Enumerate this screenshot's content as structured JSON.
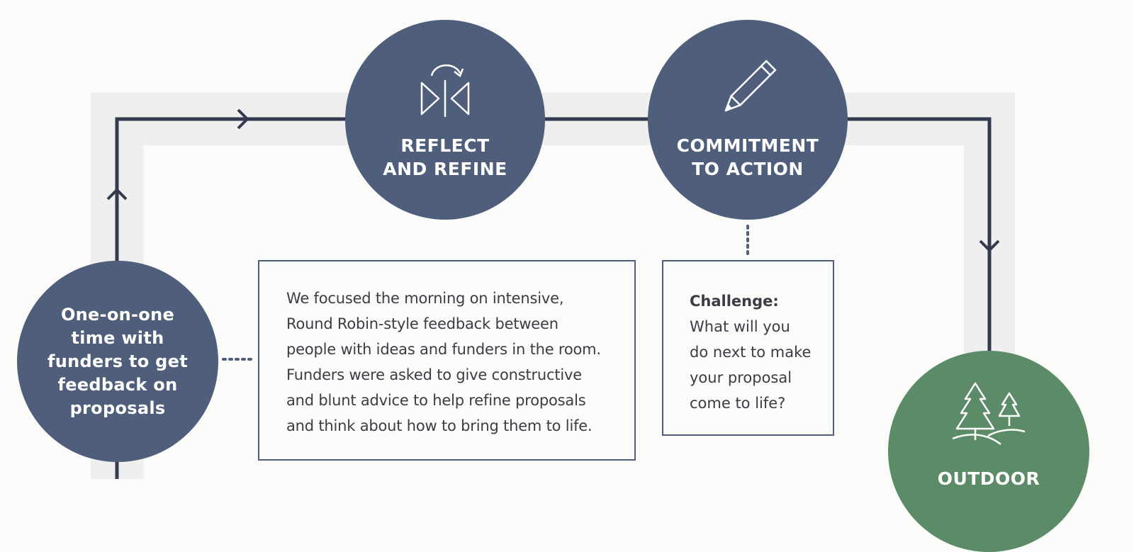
{
  "colors": {
    "navy_circle": "#4f5e7b",
    "green_circle": "#5b8b67",
    "flow_line": "#343b4f",
    "band": "#efefef",
    "box_border": "#4f5e7b",
    "text": "#3a3d45"
  },
  "steps": {
    "reflect": {
      "title": "REFLECT\nAND REFINE",
      "icon": "mirror-reflect-icon"
    },
    "commit": {
      "title": "COMMITMENT\nTO ACTION",
      "icon": "pencil-icon"
    },
    "oneonone": {
      "title": "One-on-one time with funders to get feedback on proposals"
    },
    "outdoor": {
      "title": "OUTDOOR",
      "icon": "trees-icon"
    }
  },
  "feedback_box": {
    "text": "We focused the morning on intensive,\nRound Robin-style feedback between\npeople with ideas and funders in the room.\nFunders were asked to give constructive\nand blunt advice to help refine proposals\nand think about how to bring them to life."
  },
  "challenge_box": {
    "label": "Challenge:",
    "text": "What will you\ndo next to make\nyour proposal\ncome to life?"
  }
}
